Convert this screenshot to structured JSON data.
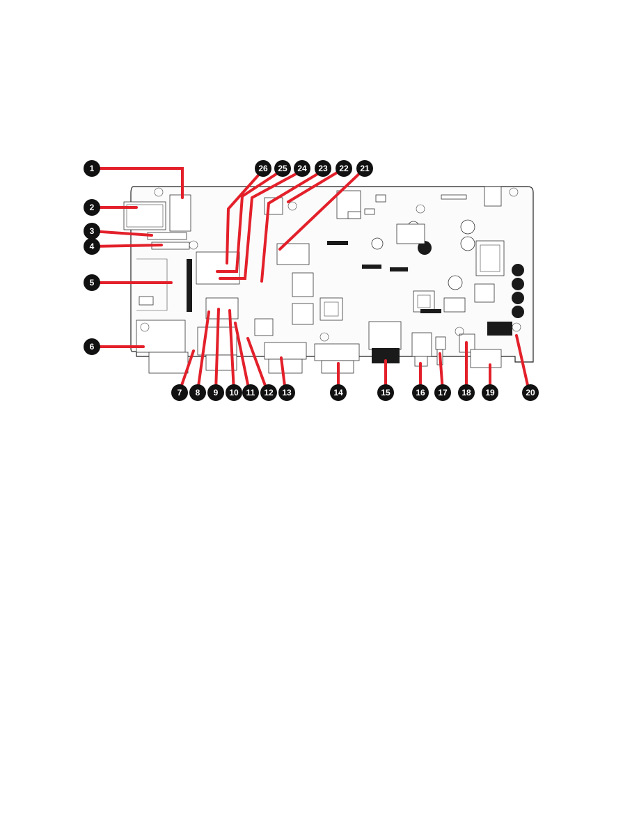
{
  "callouts": [
    {
      "id": "1",
      "label": "1"
    },
    {
      "id": "2",
      "label": "2"
    },
    {
      "id": "3",
      "label": "3"
    },
    {
      "id": "4",
      "label": "4"
    },
    {
      "id": "5",
      "label": "5"
    },
    {
      "id": "6",
      "label": "6"
    },
    {
      "id": "7",
      "label": "7"
    },
    {
      "id": "8",
      "label": "8"
    },
    {
      "id": "9",
      "label": "9"
    },
    {
      "id": "10",
      "label": "10"
    },
    {
      "id": "11",
      "label": "11"
    },
    {
      "id": "12",
      "label": "12"
    },
    {
      "id": "13",
      "label": "13"
    },
    {
      "id": "14",
      "label": "14"
    },
    {
      "id": "15",
      "label": "15"
    },
    {
      "id": "16",
      "label": "16"
    },
    {
      "id": "17",
      "label": "17"
    },
    {
      "id": "18",
      "label": "18"
    },
    {
      "id": "19",
      "label": "19"
    },
    {
      "id": "20",
      "label": "20"
    },
    {
      "id": "21",
      "label": "21"
    },
    {
      "id": "22",
      "label": "22"
    },
    {
      "id": "23",
      "label": "23"
    },
    {
      "id": "24",
      "label": "24"
    },
    {
      "id": "25",
      "label": "25"
    },
    {
      "id": "26",
      "label": "26"
    }
  ],
  "colors": {
    "leader": "#e3202a",
    "callout_fill": "#111111",
    "callout_text": "#ffffff",
    "board_outline": "#222222"
  }
}
